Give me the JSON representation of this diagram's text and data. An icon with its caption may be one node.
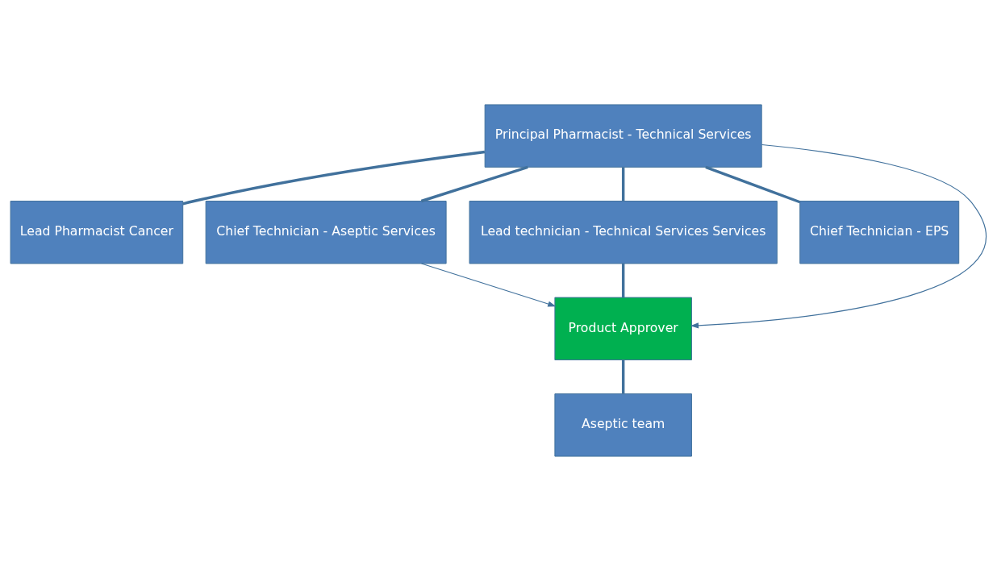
{
  "diagram": {
    "nodes": [
      {
        "text": [
          "Principal Pharmacist - Technical Services"
        ]
      },
      {
        "text": [
          "Lead Pharmacist Cancer"
        ]
      },
      {
        "text": [
          "Chief Technician - Aseptic Services"
        ]
      },
      {
        "text": [
          "Lead technician - Technical Services Services"
        ]
      },
      {
        "text": [
          "Chief Technician - EPS"
        ]
      },
      {
        "text": [
          "Product Approver"
        ]
      },
      {
        "text": [
          "Aseptic team"
        ]
      }
    ],
    "edges": [
      {
        "from": 0,
        "to": 1,
        "arrow": "none"
      },
      {
        "from": 0,
        "to": 2,
        "arrow": "none"
      },
      {
        "from": 0,
        "to": 3,
        "arrow": "none"
      },
      {
        "from": 0,
        "to": 4,
        "arrow": "none"
      },
      {
        "from": 2,
        "to": 5,
        "arrow": "to"
      },
      {
        "from": 0,
        "to": 5,
        "arrow": "to"
      },
      {
        "from": 3,
        "to": 5,
        "arrow": "none"
      },
      {
        "from": 5,
        "to": 6,
        "arrow": "none"
      }
    ]
  }
}
